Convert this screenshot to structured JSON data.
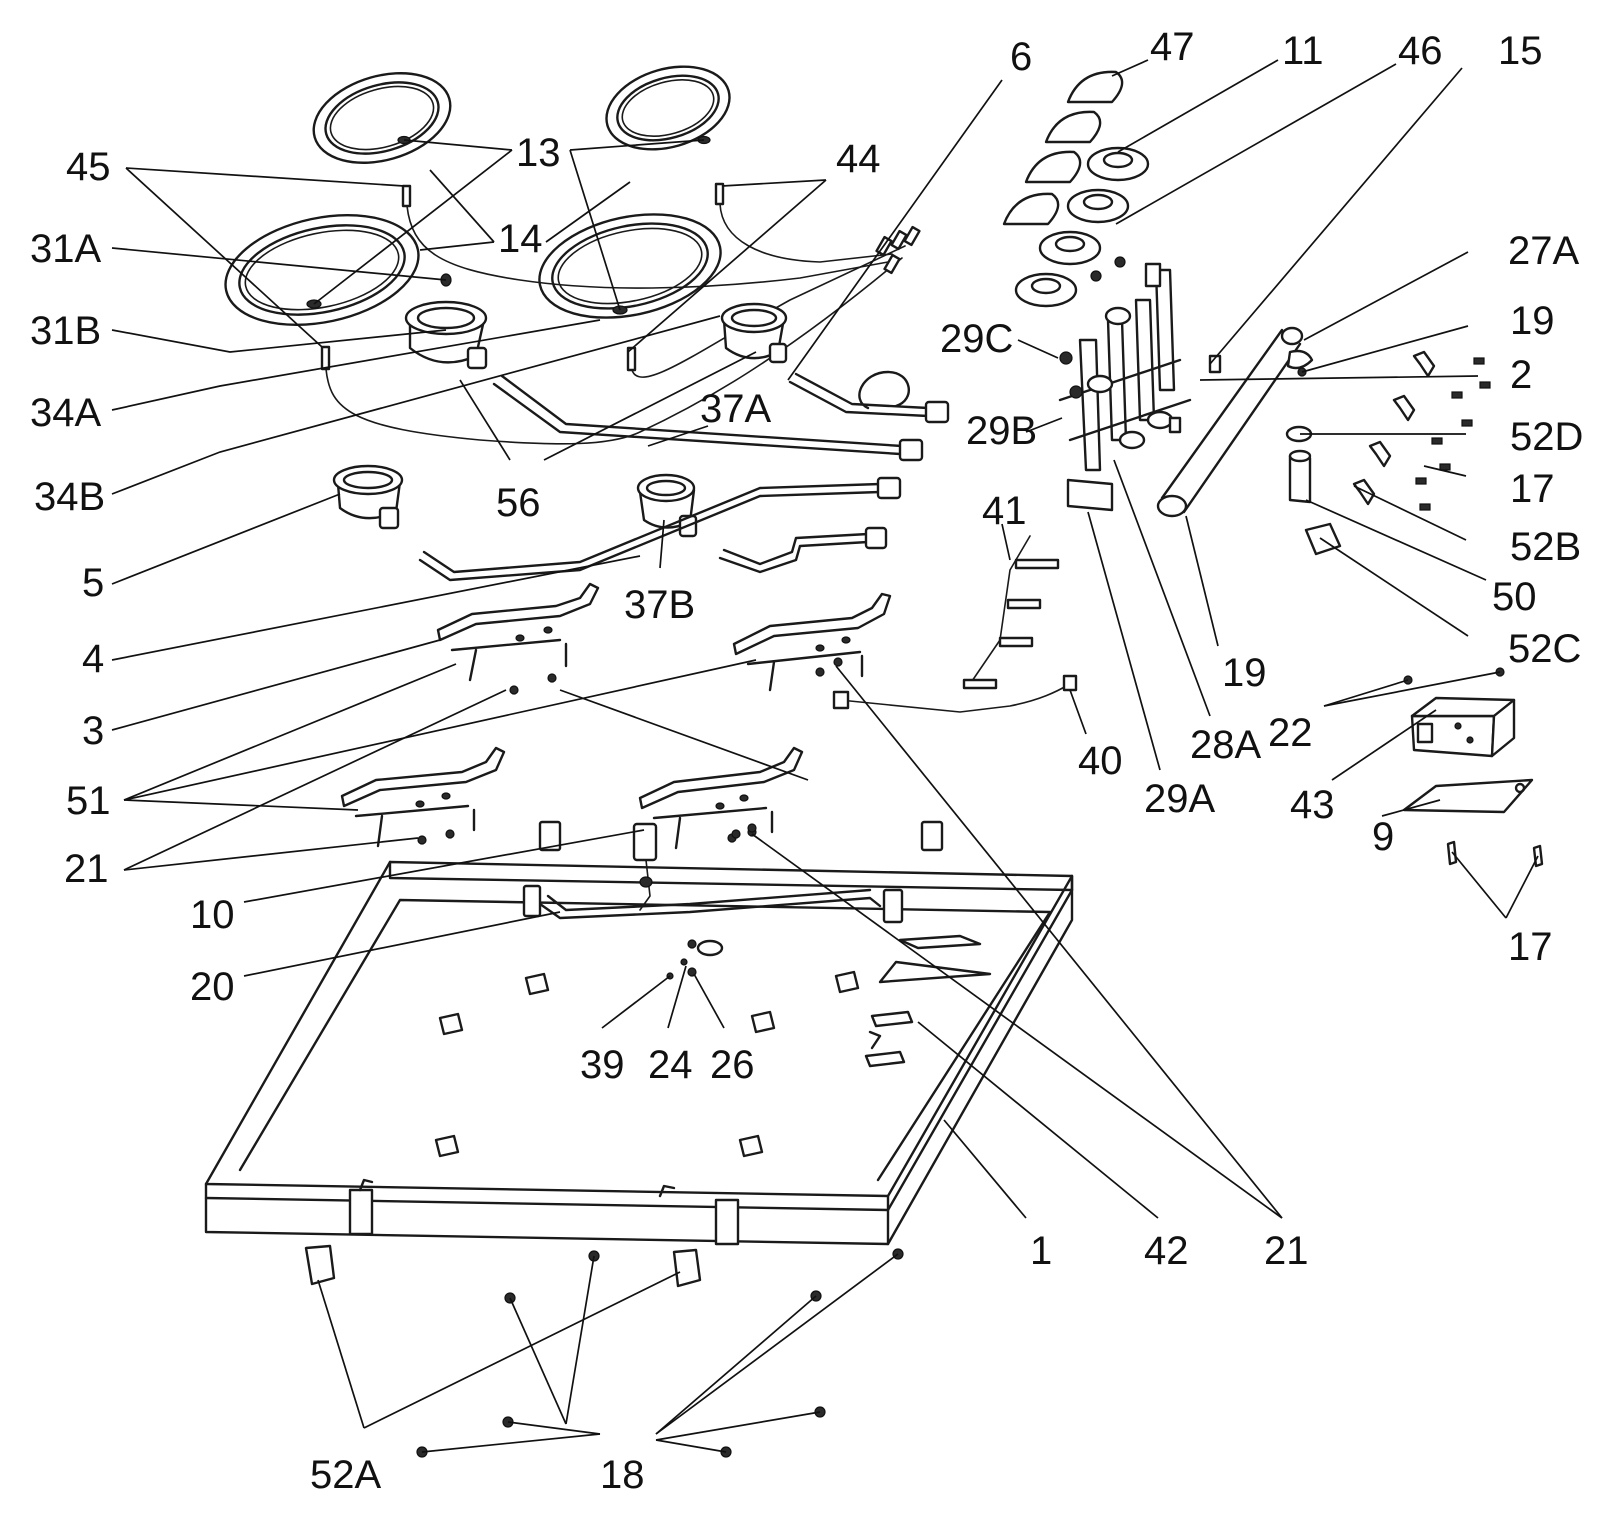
{
  "callouts": {
    "c45": "45",
    "c13": "13",
    "c14": "14",
    "c31A": "31A",
    "c31B": "31B",
    "c34A": "34A",
    "c34B": "34B",
    "c5": "5",
    "c4": "4",
    "c3": "3",
    "c51": "51",
    "c21a": "21",
    "c10": "10",
    "c20": "20",
    "c56": "56",
    "c37A": "37A",
    "c37B": "37B",
    "c44": "44",
    "c6": "6",
    "c47": "47",
    "c11": "11",
    "c46": "46",
    "c15": "15",
    "c27A": "27A",
    "c19a": "19",
    "c2": "2",
    "c52D": "52D",
    "c17a": "17",
    "c52B": "52B",
    "c50": "50",
    "c52C": "52C",
    "c22": "22",
    "c43": "43",
    "c9": "9",
    "c17b": "17",
    "c29C": "29C",
    "c29B": "29B",
    "c41": "41",
    "c19b": "19",
    "c28A": "28A",
    "c29A": "29A",
    "c40": "40",
    "c39": "39",
    "c24": "24",
    "c26": "26",
    "c1": "1",
    "c42": "42",
    "c21b": "21",
    "c52A": "52A",
    "c18": "18"
  }
}
